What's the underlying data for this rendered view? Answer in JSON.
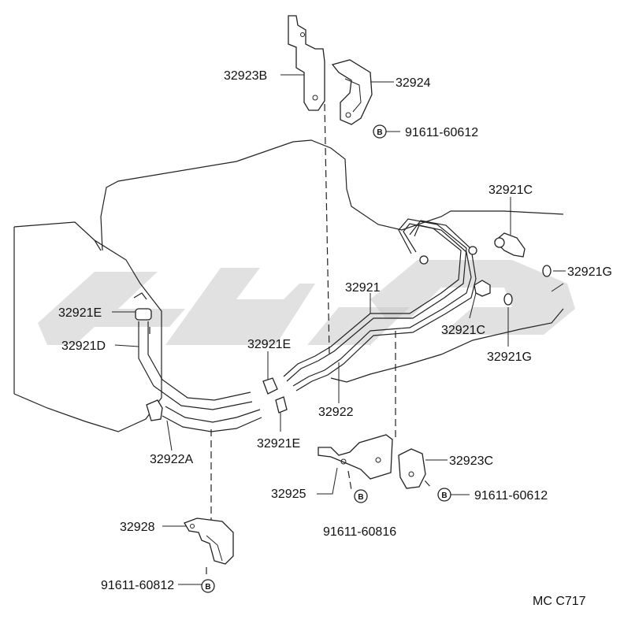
{
  "labels": {
    "p32923B": "32923B",
    "p32924": "32924",
    "b_bracket_top": "91611-60612",
    "p32921C_top": "32921C",
    "p32921G_right": "32921G",
    "p32921": "32921",
    "p32921C_mid": "32921C",
    "p32921G_mid": "32921G",
    "p32921E_left": "32921E",
    "p32921D": "32921D",
    "p32921E_center": "32921E",
    "p32922": "32922",
    "p32922A": "32922A",
    "p32921E_lower": "32921E",
    "p32925": "32925",
    "p32923C": "32923C",
    "b_bracket_right": "91611-60612",
    "b_bracket_center": "91611-60816",
    "p32928": "32928",
    "b_bracket_bottom": "91611-60812",
    "footer_code": "MC  C717"
  },
  "bolt_marker": "B",
  "colors": {
    "ink": "#222222",
    "watermark": "#c9c9c9",
    "background": "#ffffff"
  }
}
